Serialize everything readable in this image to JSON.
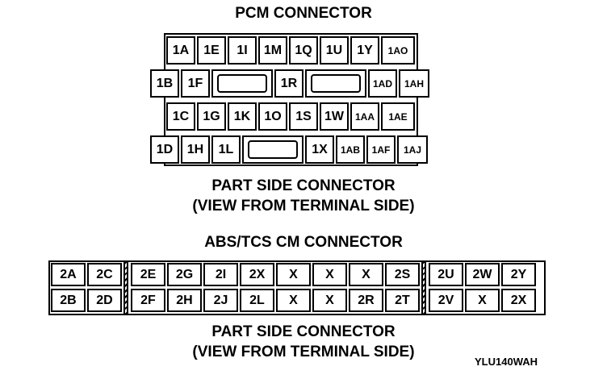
{
  "pcm": {
    "title": "PCM CONNECTOR",
    "rows": [
      [
        "1A",
        "1E",
        "1I",
        "1M",
        "1Q",
        "1U",
        "1Y",
        "1AO"
      ],
      [
        "1B",
        "1F",
        "",
        "1R",
        "",
        "1AD",
        "1AH"
      ],
      [
        "1C",
        "1G",
        "1K",
        "1O",
        "1S",
        "1W",
        "1AA",
        "1AE"
      ],
      [
        "1D",
        "1H",
        "1L",
        "",
        "1X",
        "1AB",
        "1AF",
        "1AJ"
      ]
    ],
    "caption_line1": "PART SIDE CONNECTOR",
    "caption_line2": "(VIEW FROM TERMINAL SIDE)"
  },
  "abs": {
    "title": "ABS/TCS CM CONNECTOR",
    "rows": [
      [
        "2A",
        "2C",
        "2E",
        "2G",
        "2I",
        "2X",
        "X",
        "X",
        "X",
        "2S",
        "2U",
        "2W",
        "2Y"
      ],
      [
        "2B",
        "2D",
        "2F",
        "2H",
        "2J",
        "2L",
        "X",
        "X",
        "2R",
        "2T",
        "2V",
        "X",
        "2X"
      ]
    ],
    "caption_line1": "PART SIDE CONNECTOR",
    "caption_line2": "(VIEW FROM TERMINAL SIDE)"
  },
  "figure_code": "YLU140WAH"
}
